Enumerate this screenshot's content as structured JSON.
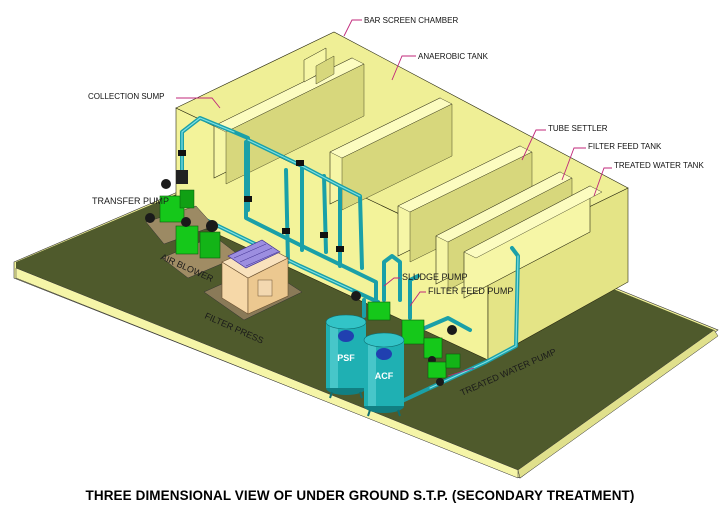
{
  "labels": {
    "bar_screen_chamber": "BAR SCREEN CHAMBER",
    "anaerobic_tank": "ANAEROBIC TANK",
    "collection_sump": "COLLECTION SUMP",
    "tube_settler": "TUBE SETTLER",
    "filter_feed_tank": "FILTER FEED TANK",
    "treated_water_tank": "TREATED WATER TANK",
    "transfer_pump": "TRANSFER PUMP",
    "air_blower": "AIR BLOWER",
    "sludge_pump": "SLUDGE PUMP",
    "filter_feed_pump": "FILTER FEED PUMP",
    "filter_press": "FILTER PRESS",
    "psf": "PSF",
    "acf": "ACF",
    "treated_water_pump": "TREATED WATER PUMP"
  },
  "caption": "THREE DIMENSIONAL VIEW OF UNDER GROUND S.T.P. (SECONDARY TREATMENT)",
  "colors": {
    "ground": "#4f5a2c",
    "ground_edge": "#fbfba0",
    "wall": "#f3f39a",
    "wall_shade": "#d8d87a",
    "pipe": "#1aa0a8",
    "pump": "#15c81a",
    "vessel": "#1fb0b3",
    "press_body": "#f6d8a8",
    "press_top": "#9c8ee0",
    "leader": "#c0277a"
  }
}
